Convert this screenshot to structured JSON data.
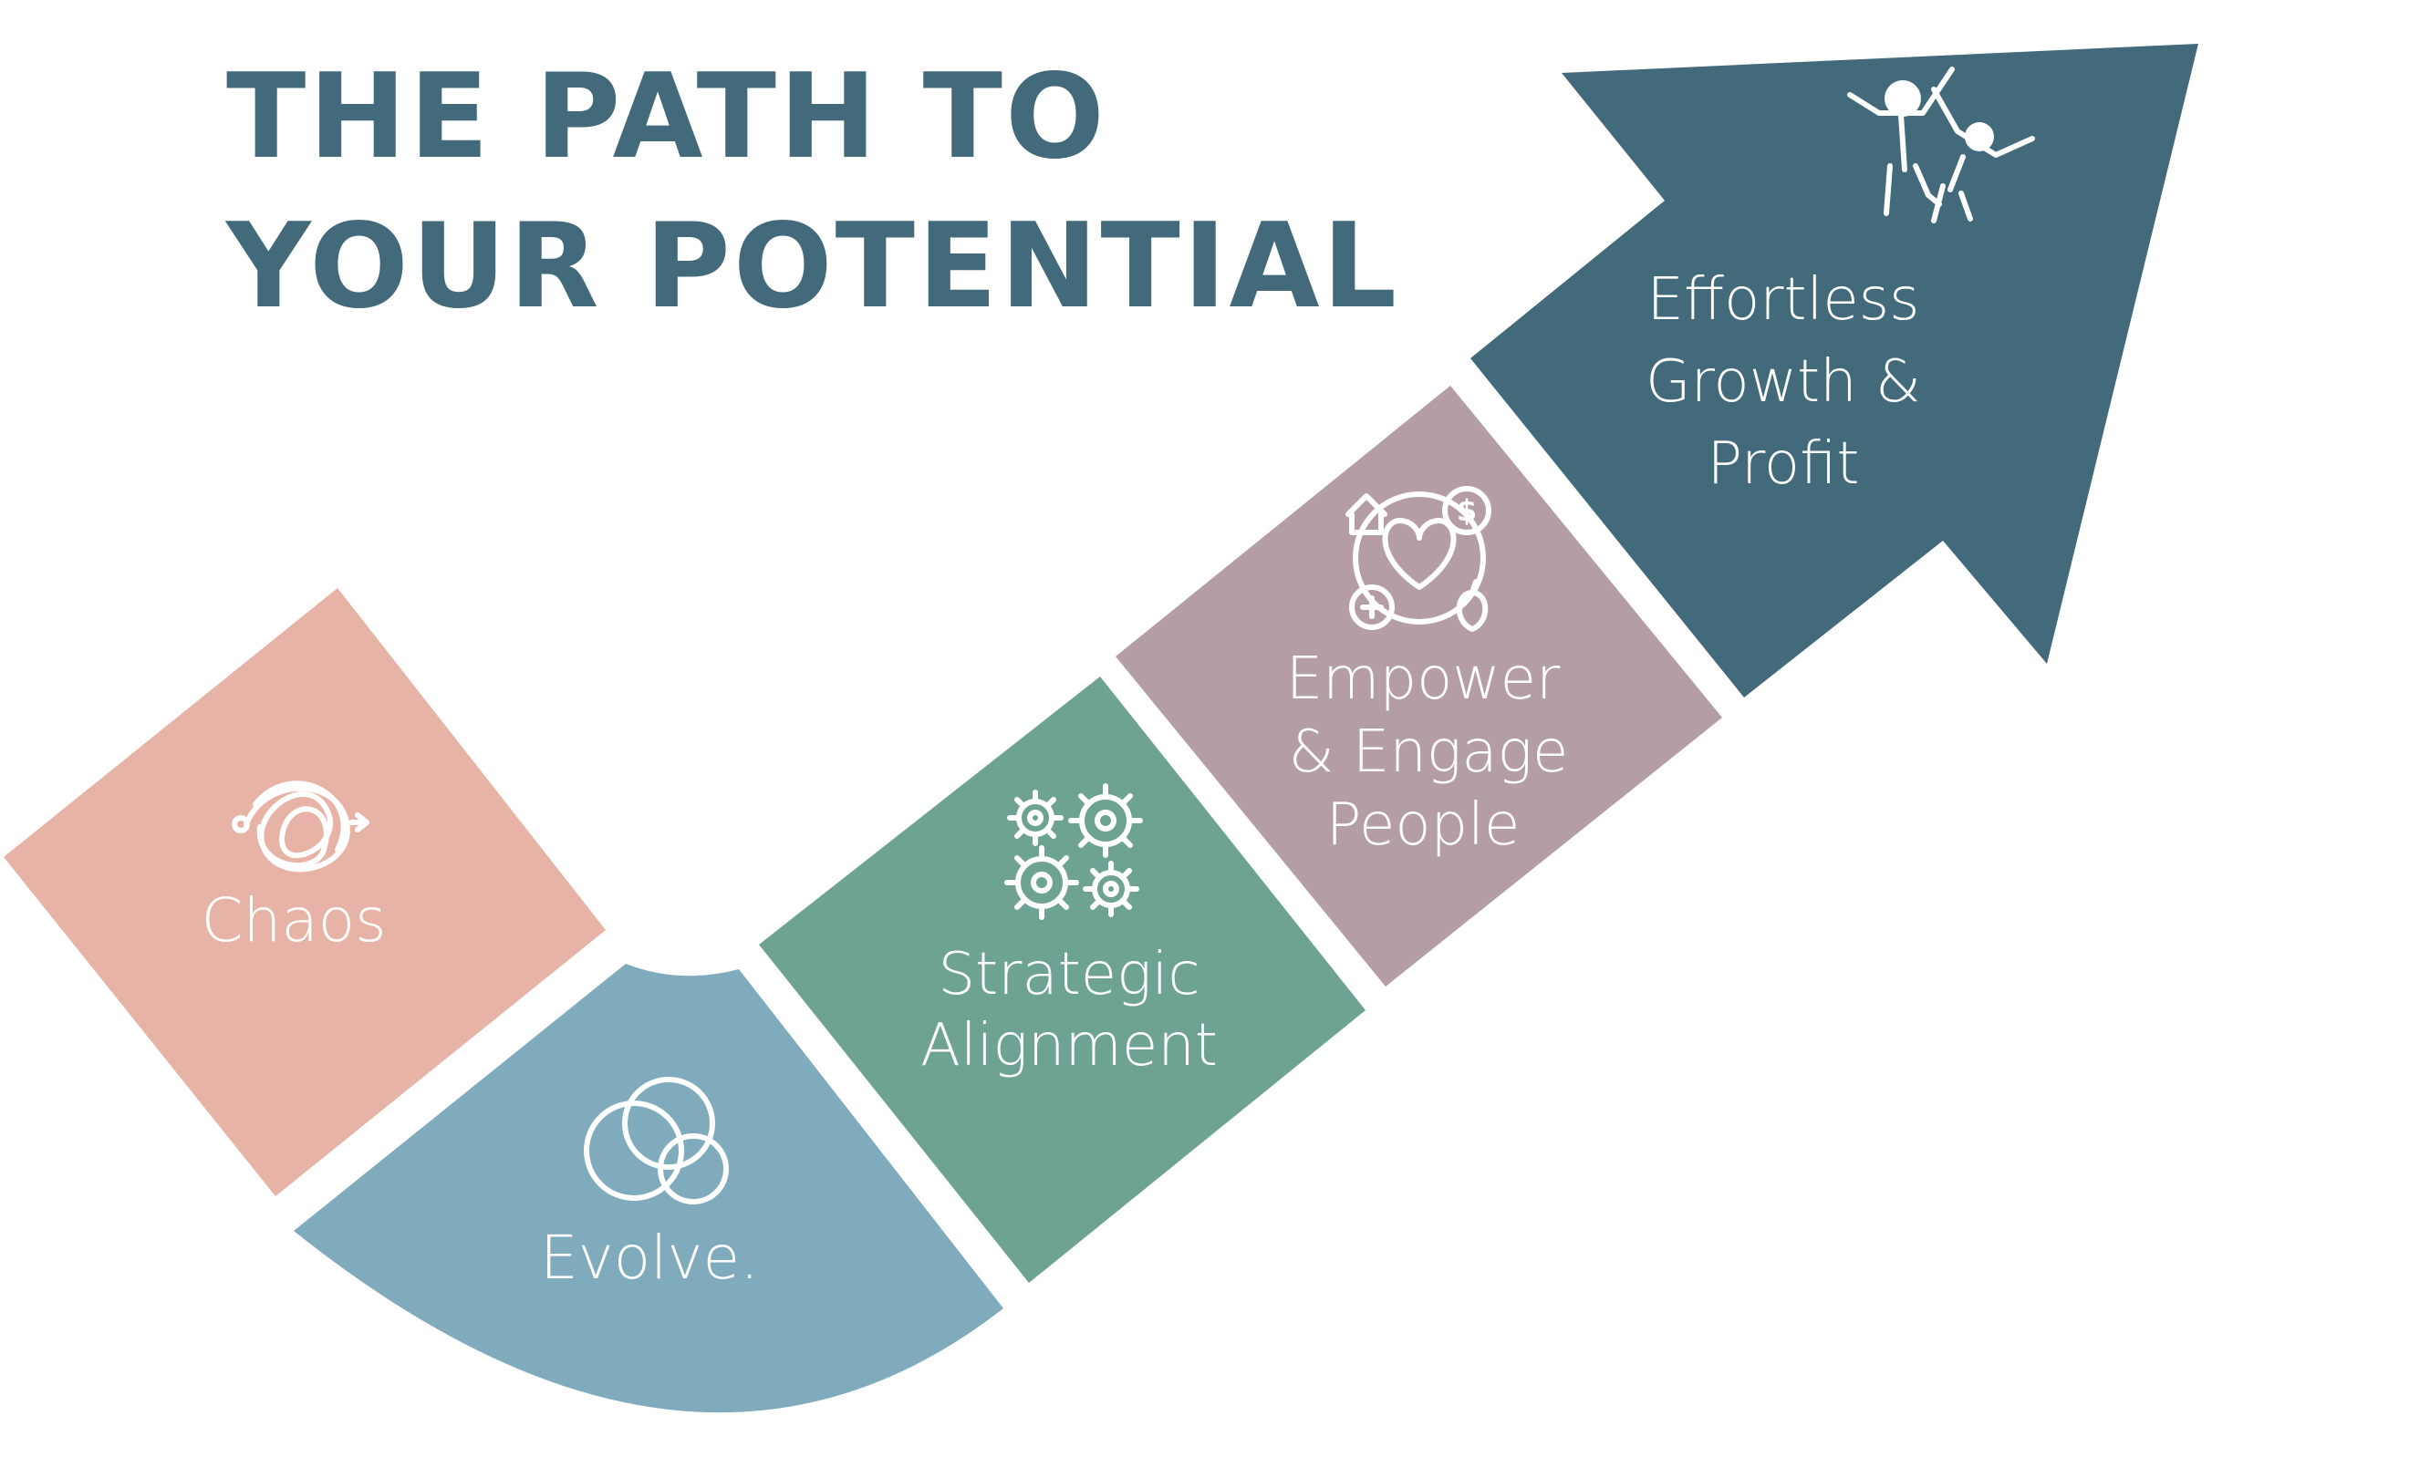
{
  "title": {
    "line1": "THE PATH TO",
    "line2": "YOUR POTENTIAL"
  },
  "colors": {
    "title": "#426a7b",
    "chaos": "#e8b3a7",
    "evolve": "#80abbd",
    "strategic": "#6ea393",
    "empower": "#b49ea4",
    "growth": "#426a7b"
  },
  "steps": [
    {
      "id": "chaos",
      "lines": [
        "Chaos"
      ],
      "icon": "tangled-scribble-icon"
    },
    {
      "id": "evolve",
      "lines": [
        "Evolve."
      ],
      "icon": "overlapping-circles-icon"
    },
    {
      "id": "strategic",
      "lines": [
        "Strategic",
        "Alignment"
      ],
      "icon": "gears-icon"
    },
    {
      "id": "empower",
      "lines": [
        "Empower",
        "& Engage",
        "People"
      ],
      "icon": "wellbeing-cycle-icon"
    },
    {
      "id": "growth",
      "lines": [
        "Effortless",
        "Growth &",
        "Profit"
      ],
      "icon": "jumping-people-icon"
    }
  ]
}
